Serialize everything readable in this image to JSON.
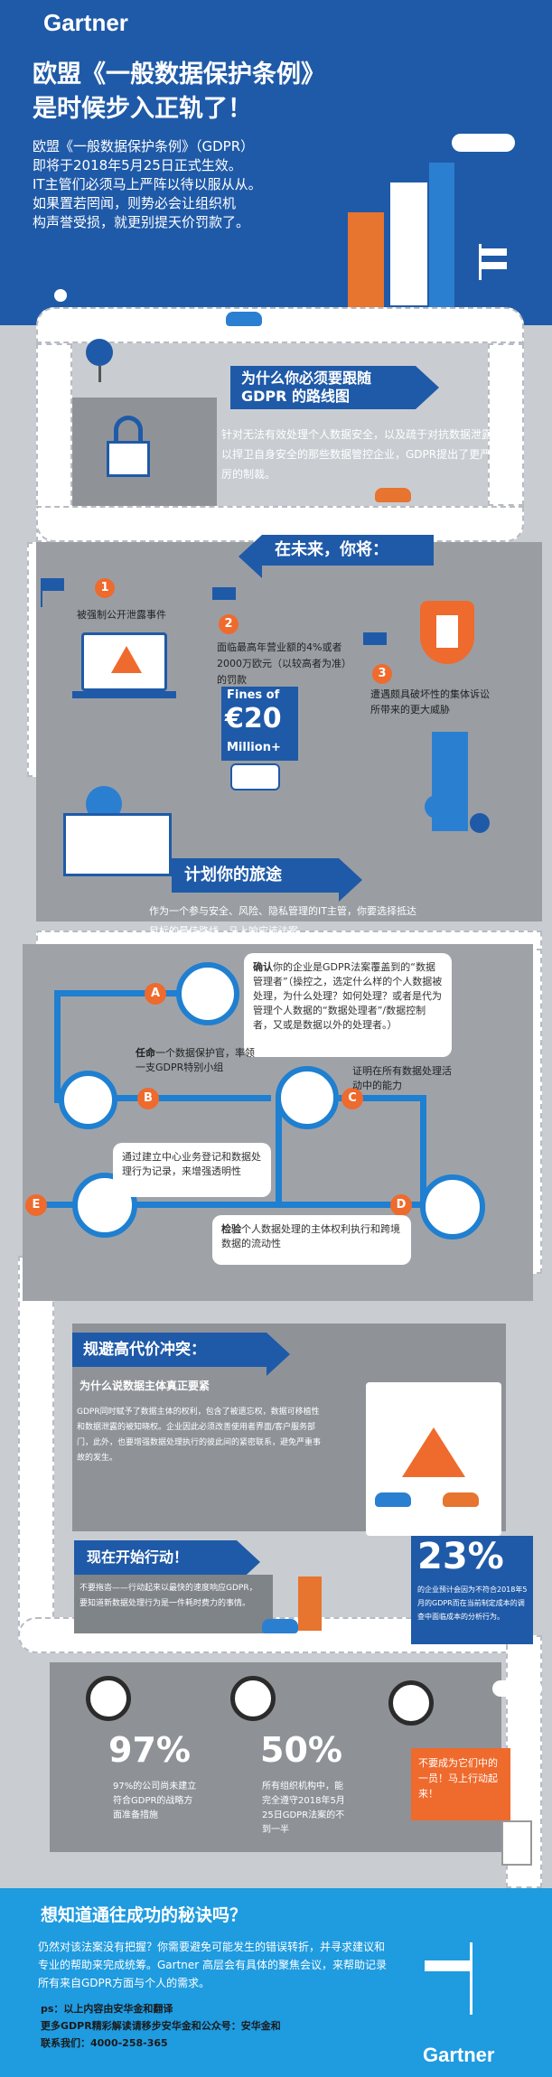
{
  "brand": {
    "logo": "Gartner",
    "color_blue": "#1f5aa8",
    "color_orange": "#ef6a2d",
    "color_bg": "#c9cdd1",
    "color_bottom": "#1f9be0"
  },
  "header": {
    "title_line1": "欧盟《一般数据保护条例》",
    "title_line2": "是时候步入正轨了！",
    "intro": [
      "欧盟《一般数据保护条例》（GDPR）",
      "即将于2018年5月25日正式生效。",
      "IT主管们必须马上严阵以待以服从从。",
      "如果置若罔闻，则势必会让组织机",
      "构声誉受损，就更别提天价罚款了。"
    ]
  },
  "why": {
    "banner_line1": "为什么你必须要跟随",
    "banner_line2": "GDPR 的路线图",
    "text": "针对无法有效处理个人数据安全，以及疏于对抗数据泄露以捍卫自身安全的那些数据管控企业，GDPR提出了更严厉的制裁。"
  },
  "future": {
    "banner": "在未来，你将：",
    "items": [
      {
        "num": "1",
        "text": "被强制公开泄露事件"
      },
      {
        "num": "2",
        "text": "面临最高年营业额的4%或者2000万欧元（以较高者为准）的罚款"
      },
      {
        "num": "3",
        "text": "遭遇颇具破坏性的集体诉讼所带来的更大威胁"
      }
    ],
    "fines_label": "Fines of",
    "fines_amount": "€20",
    "fines_unit": "Million+"
  },
  "plan": {
    "banner": "计划你的旅途",
    "text": "作为一个参与安全、风险、隐私管理的IT主管，你要选择抵达目标的最佳路线，马上响应该法案"
  },
  "steps": [
    {
      "letter": "A",
      "bold": "确认",
      "text": "你的企业是GDPR法案覆盖到的“数据管理者”（操控之，选定什么样的个人数据被处理，为什么处理？如何处理？或者是代为管理个人数据的“数据处理者”/数据控制者，又或是数据以外的处理者。）"
    },
    {
      "letter": "B",
      "bold": "任命",
      "text": "一个数据保护官，率领一支GDPR特别小组"
    },
    {
      "letter": "C",
      "bold": "",
      "text": "证明在所有数据处理活动中的能力"
    },
    {
      "letter": "D",
      "bold": "检验",
      "text": "个人数据处理的主体权利执行和跨境数据的流动性"
    },
    {
      "letter": "E",
      "bold": "",
      "text": "通过建立中心业务登记和数据处理行为记录，来增强透明性"
    }
  ],
  "risk": {
    "banner": "规避高代价冲突：",
    "subtitle": "为什么说数据主体真正要紧",
    "text": "GDPR同时赋予了数据主体的权利，包含了被遗忘权，数据可移植性和数据泄露的被知晓权。企业因此必须改善使用者界面/客户服务部门，此外，也要增强数据处理执行的彼此间的紧密联系，避免严重事故的发生。"
  },
  "action": {
    "banner": "现在开始行动！",
    "text": "不要拖沓——行动起来以最快的速度响应GDPR，要知道新数据处理行为是一件耗时费力的事情。",
    "stat_23": "23%",
    "stat_23_text": "的企业预计会因为不符合2018年5月的GDPR而在当前制定成本的调查中面临成本的分析行为。"
  },
  "stats": [
    {
      "value": "97%",
      "text": "97%的公司尚未建立符合GDPR的战略方面准备措施"
    },
    {
      "value": "50%",
      "text": "所有组织机构中，能完全遵守2018年5月25日GDPR法案的不到一半"
    }
  ],
  "warn_bubble": "不要成为它们中的一员！马上行动起来！",
  "footer": {
    "title": "想知道通往成功的秘诀吗？",
    "text": "仍然对该法案没有把握？你需要避免可能发生的错误转折，并寻求建议和专业的帮助来完成统筹。Gartner 高层会有具体的聚焦会议，来帮助记录所有来自GDPR方面与个人的需求。",
    "ps": "ps：以上内容由安华金和翻译",
    "more": "更多GDPR精彩解读请移步安华金和公众号：安华金和",
    "contact": "联系我们：4000-258-365",
    "logo": "Gartner"
  }
}
